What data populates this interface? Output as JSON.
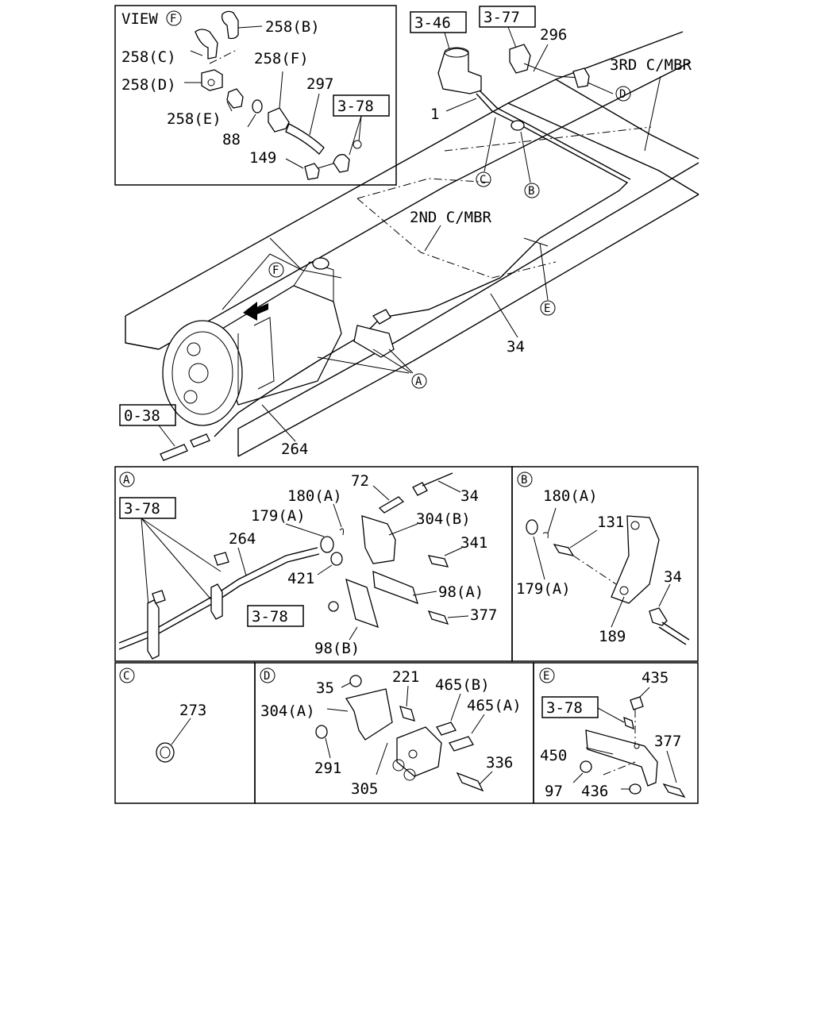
{
  "view_f": {
    "title": "VIEW",
    "marker": "F",
    "labels": [
      "258(B)",
      "258(C)",
      "258(F)",
      "258(D)",
      "297",
      "258(E)",
      "88",
      "149"
    ],
    "ref": "3-78"
  },
  "main": {
    "refs": [
      "3-46",
      "3-77",
      "0-38"
    ],
    "labels": [
      "296",
      "3RD C/MBR",
      "1",
      "2ND C/MBR",
      "34",
      "264"
    ],
    "markers": [
      "D",
      "C",
      "B",
      "F",
      "E",
      "A"
    ]
  },
  "detail_a": {
    "marker": "A",
    "ref1": "3-78",
    "ref2": "3-78",
    "labels": [
      "72",
      "34",
      "180(A)",
      "179(A)",
      "304(B)",
      "264",
      "341",
      "421",
      "98(A)",
      "377",
      "98(B)"
    ]
  },
  "detail_b": {
    "marker": "B",
    "labels": [
      "180(A)",
      "131",
      "34",
      "179(A)",
      "189"
    ]
  },
  "detail_c": {
    "marker": "C",
    "labels": [
      "273"
    ]
  },
  "detail_d": {
    "marker": "D",
    "labels": [
      "35",
      "221",
      "465(B)",
      "304(A)",
      "465(A)",
      "291",
      "305",
      "336"
    ]
  },
  "detail_e": {
    "marker": "E",
    "ref": "3-78",
    "labels": [
      "435",
      "377",
      "450",
      "97",
      "436"
    ]
  }
}
